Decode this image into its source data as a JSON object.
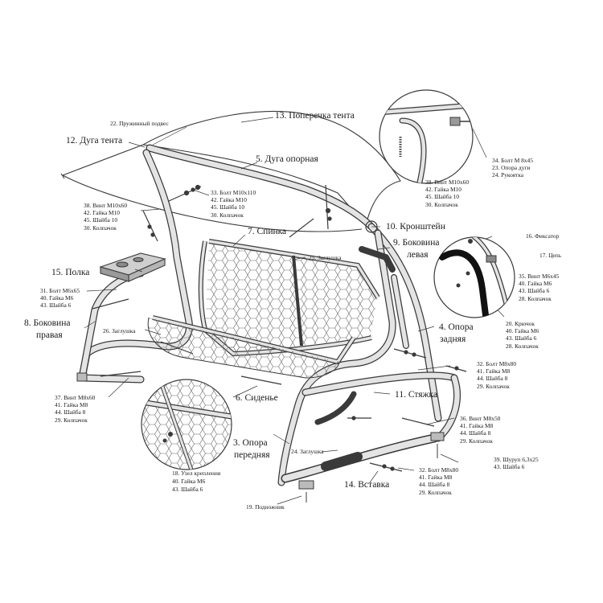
{
  "labels": {
    "p3": "3. Опора",
    "p3b": "передняя",
    "p4": "4. Опора",
    "p4b": "задняя",
    "p5": "5. Дуга опорная",
    "p6": "6. Сиденье",
    "p7": "7. Спинка",
    "p8": "8. Боковина",
    "p8b": "правая",
    "p9": "9. Боковина",
    "p9b": "левая",
    "p10": "10. Кронштейн",
    "p11": "11. Стяжка",
    "p12": "12. Дуга тента",
    "p13": "13. Поперечка тента",
    "p14": "14. Вставка",
    "p15": "15. Полка",
    "p16": "16. Фиксатор",
    "p17": "17. Цепь",
    "p18": "18. Узел крепления",
    "p19": "19. Подножник",
    "p22": "22. Пружинный подвес",
    "p24a": "24. Заглушка",
    "p25": "25. Заглушка",
    "p26": "26. Заглушка",
    "g18b": "43. Шайба 6",
    "g18a": "40. Гайка М6"
  },
  "groups": {
    "top_right": [
      "34. Болт М 8х45",
      "23. Опора дуги",
      "24. Рукоятка"
    ],
    "upper_mid_right": [
      "38. Винт М10х60",
      "42. Гайка М10",
      "45. Шайба 10",
      "30. Колпачок"
    ],
    "upper_left": [
      "38. Винт М10х60",
      "42. Гайка М10",
      "45. Шайба 10",
      "30. Колпачок"
    ],
    "upper_center": [
      "33. Болт М10х110",
      "42. Гайка М10",
      "45. Шайба 10",
      "30. Колпачок"
    ],
    "shelf_bolts": [
      "31. Болт М6х65",
      "40. Гайка М6",
      "43. Шайба 6"
    ],
    "chain_bolts": [
      "35. Винт М6х45",
      "40. Гайка М6",
      "43. Шайба 6",
      "28. Колпачок"
    ],
    "hook_group": [
      "20. Крючок",
      "40. Гайка М6",
      "43. Шайба 6",
      "28. Колпачок"
    ],
    "rear_right": [
      "32. Болт М8х80",
      "41. Гайка М8",
      "44. Шайба 8",
      "29. Колпачок"
    ],
    "left_bottom": [
      "37. Винт М8х60",
      "41. Гайка М8",
      "44. Шайба 8",
      "29. Колпачок"
    ],
    "mid_right_bottom": [
      "36. Винт М8х50",
      "41. Гайка М8",
      "44. Шайба 8",
      "29. Колпачок"
    ],
    "screw_group": [
      "39. Шуруп 6,3х25",
      "43. Шайба 6"
    ],
    "bottom_right": [
      "32. Болт М8х80",
      "41. Гайка М8",
      "44. Шайба 8",
      "29. Колпачок"
    ]
  },
  "colors": {
    "line": "#3a3a3a",
    "tube_light": "#d8d8d8",
    "mesh": "#6a6a6a"
  }
}
